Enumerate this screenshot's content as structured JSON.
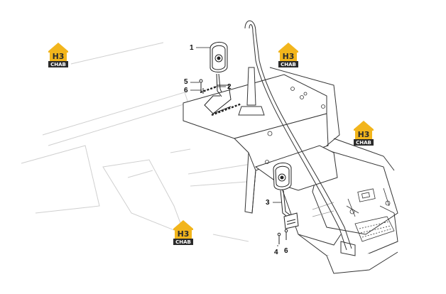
{
  "watermark": {
    "logo_letters": "H3",
    "brand_text": "CHAB",
    "color_gold": "#f2b51c",
    "color_dark": "#2b2b2b"
  },
  "callouts": [
    "1",
    "2",
    "3",
    "4",
    "5",
    "6",
    "6"
  ],
  "icons": [
    "house-logo-icon"
  ]
}
